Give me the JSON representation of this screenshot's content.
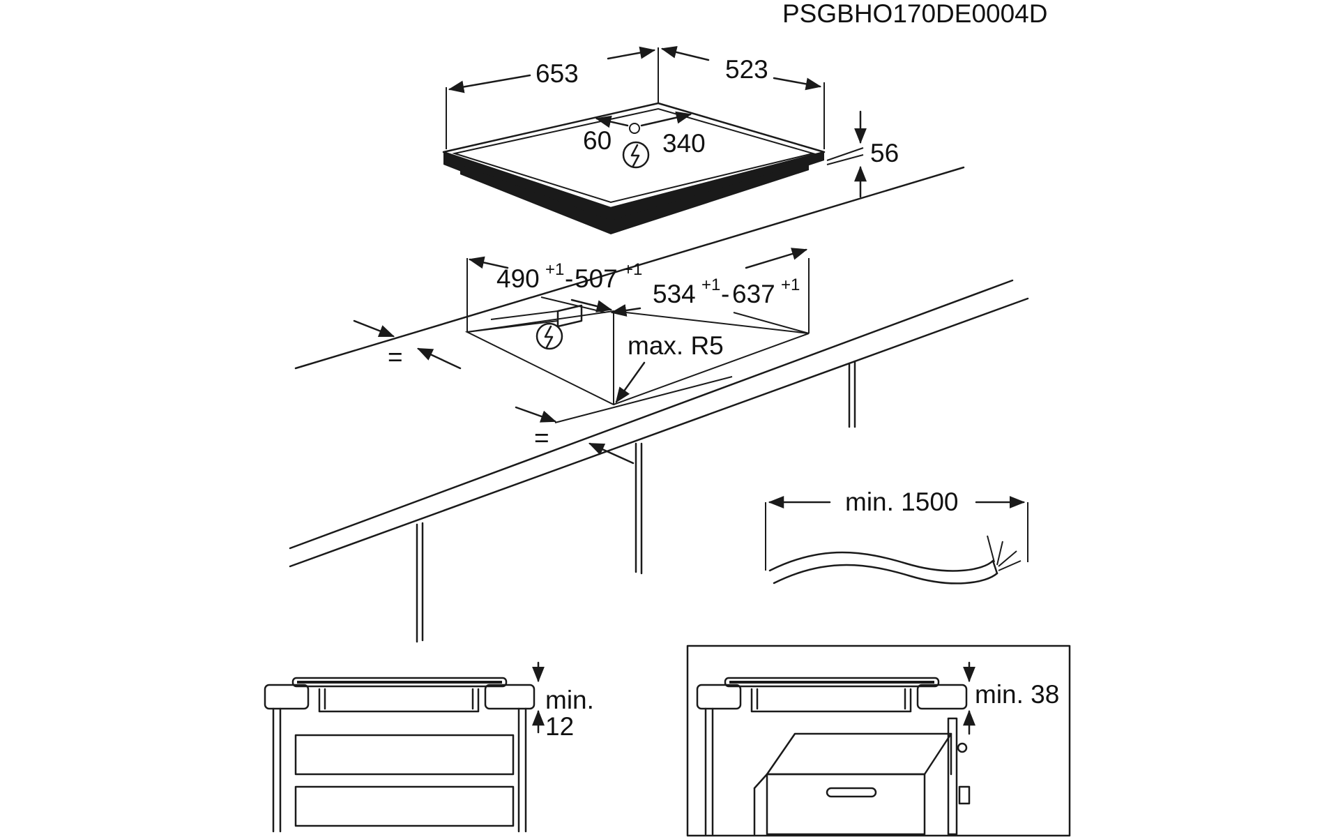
{
  "diagram_id": "PSGBHO170DE0004D",
  "hob_dimensions": {
    "width": "653",
    "depth": "523",
    "height": "56",
    "connection_offset_left": "60",
    "connection_offset_right": "340"
  },
  "cutout_dimensions": {
    "depth_value": "490",
    "depth_tol": "+1",
    "depth_sep": "-",
    "depth_max_value": "507",
    "depth_max_tol": "+1",
    "width_value": "534",
    "width_tol": "+1",
    "width_sep": "-",
    "width_max_value": "637",
    "width_max_tol": "+1",
    "corner_radius": "max. R5",
    "equal_mark": "="
  },
  "cable": {
    "length": "min. 1500"
  },
  "installation_drawer": {
    "clearance_line1": "min.",
    "clearance_line2": "12"
  },
  "installation_oven": {
    "clearance": "min. 38"
  },
  "colors": {
    "line": "#1a1a1a",
    "background": "#ffffff"
  },
  "icons": [
    "electrical-connection-icon"
  ]
}
